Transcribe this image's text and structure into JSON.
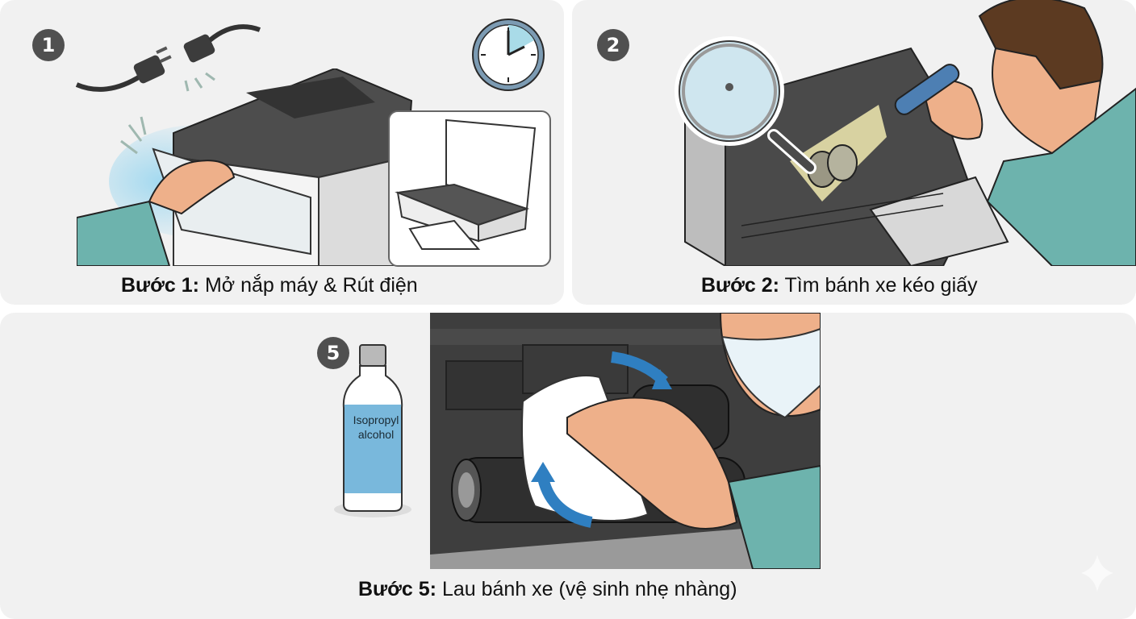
{
  "panels": [
    {
      "step_number": "1",
      "caption_bold": "Bước 1:",
      "caption_text": " Mở nắp máy & Rút điện",
      "illustrations": [
        "power-plug-unplugged",
        "laser-printer-front-cover-open",
        "hand-opening-cover",
        "clock-icon",
        "inkjet-printer-inset"
      ]
    },
    {
      "step_number": "2",
      "caption_bold": "Bước 2:",
      "caption_text": " Tìm bánh xe kéo giấy",
      "illustrations": [
        "magnifying-glass",
        "open-printer-interior",
        "pickup-roller",
        "man-with-flashlight"
      ]
    },
    {
      "step_number": "5",
      "caption_bold": "Bước 5:",
      "caption_text": " Lau bánh xe (vệ sinh nhẹ nhàng)",
      "bottle_label_line1": "Isopropyl",
      "bottle_label_line2": "alcohol",
      "illustrations": [
        "alcohol-bottle",
        "hand-wiping-roller-with-cloth",
        "rotation-arrows",
        "face-mask"
      ]
    }
  ],
  "colors": {
    "panel_bg": "#f1f1f1",
    "badge": "#505050",
    "teal_sleeve": "#6db3ad",
    "skin": "#eeb08a",
    "printer_dark": "#4a4a4a",
    "arrow_blue": "#2f7fc1",
    "bottle_blue": "#79b8dc"
  },
  "watermark": "sparkle-icon"
}
